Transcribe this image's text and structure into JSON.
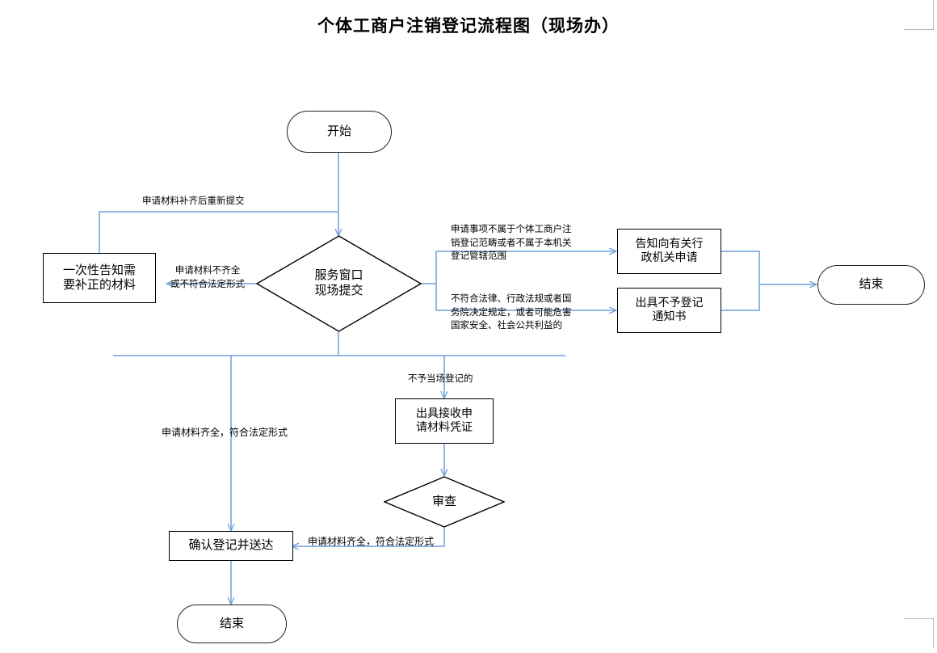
{
  "page": {
    "title": "个体工商户注销登记流程图（现场办）",
    "line_color": "#6f9fd8",
    "node_border_color": "#000000",
    "terminator_border_color": "#222222",
    "corner_mark_color": "#b9b9b9",
    "background": "#ffffff"
  },
  "nodes": {
    "start": {
      "label": "开始",
      "shape": "terminator"
    },
    "submit_decision": {
      "label": "服务窗口\n现场提交",
      "shape": "diamond"
    },
    "inform_corrections": {
      "label": "一次性告知需\n要补正的材料",
      "shape": "process"
    },
    "inform_other_authority": {
      "label": "告知向有关行\n政机关申请",
      "shape": "process"
    },
    "issue_refusal_notice": {
      "label": "出具不予登记\n通知书",
      "shape": "process"
    },
    "end_right": {
      "label": "结束",
      "shape": "terminator"
    },
    "issue_receipt": {
      "label": "出具接收申\n请材料凭证",
      "shape": "process"
    },
    "review_decision": {
      "label": "审查",
      "shape": "diamond"
    },
    "confirm_register": {
      "label": "确认登记并送达",
      "shape": "process"
    },
    "end_bottom": {
      "label": "结束",
      "shape": "terminator"
    }
  },
  "edge_labels": {
    "resubmit_after_correction": "申请材料补齐后重新提交",
    "materials_incomplete": "申请材料不齐全\n或不符合法定形式",
    "out_of_scope": "申请事项不属于个体工商户注\n销登记范畴或者不属于本机关\n登记管辖范围",
    "violates_law": "不符合法律、行政法规或者国\n务院决定规定，或者可能危害\n国家安全、社会公共利益的",
    "not_on_site": "不予当场登记的",
    "materials_complete_left": "申请材料齐全，符合法定形式",
    "materials_complete_review": "申请材料齐全，符合法定形式"
  }
}
